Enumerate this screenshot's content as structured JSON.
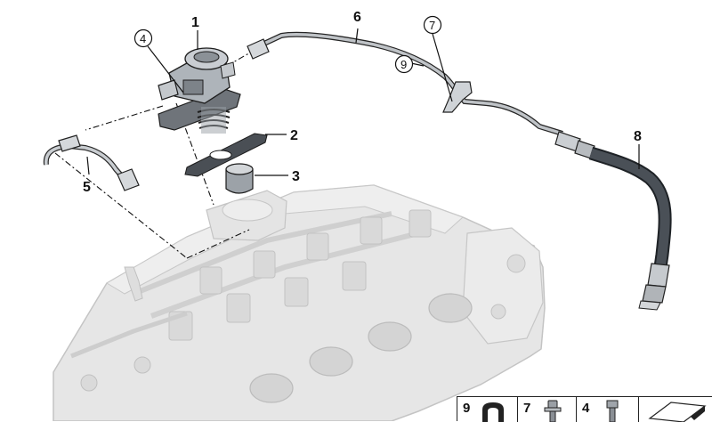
{
  "callouts": {
    "c1": "1",
    "c2": "2",
    "c3": "3",
    "c4": "4",
    "c5": "5",
    "c6": "6",
    "c7": "7",
    "c8": "8",
    "c9": "9"
  },
  "legend": {
    "cells": [
      {
        "number": "9",
        "icon": "seal-ring-icon"
      },
      {
        "number": "7",
        "icon": "screw-icon"
      },
      {
        "number": "4",
        "icon": "bolt-icon"
      },
      {
        "number": "",
        "icon": "parallelogram-icon"
      }
    ]
  },
  "colors": {
    "line": "#111111",
    "head": "#e2e2e2",
    "head_edge": "#bdbdbd",
    "pipe": "#b8bcc0",
    "hose": "#3d4248"
  }
}
